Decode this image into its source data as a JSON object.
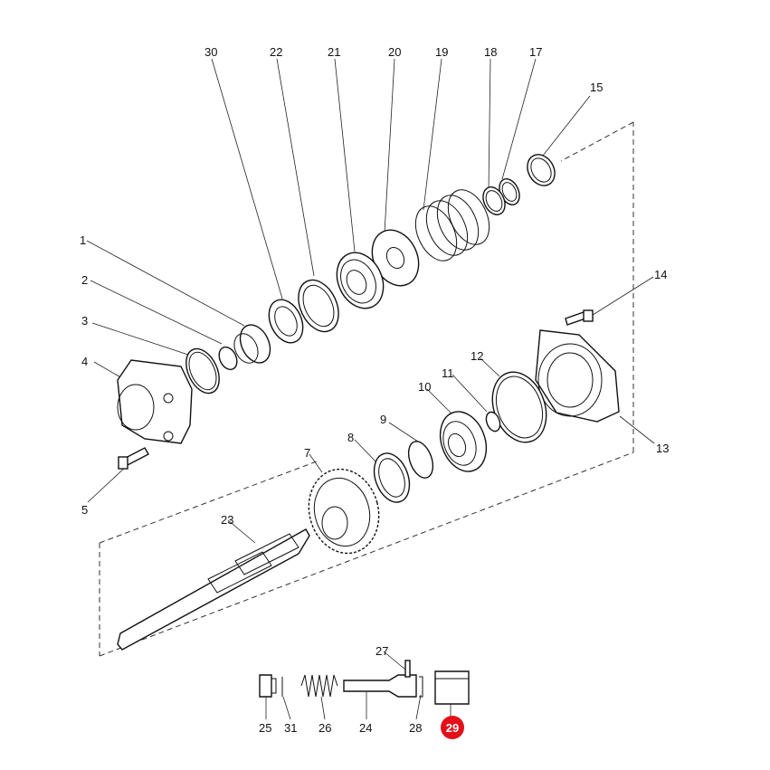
{
  "diagram": {
    "highlight_color": "#e3101a",
    "labels": {
      "p1": "1",
      "p2": "2",
      "p3": "3",
      "p4": "4",
      "p5": "5",
      "p7": "7",
      "p8": "8",
      "p9": "9",
      "p10": "10",
      "p11": "11",
      "p12": "12",
      "p13": "13",
      "p14": "14",
      "p15": "15",
      "p17": "17",
      "p18": "18",
      "p19": "19",
      "p20": "20",
      "p21": "21",
      "p22": "22",
      "p23": "23",
      "p24": "24",
      "p25": "25",
      "p26": "26",
      "p27": "27",
      "p28": "28",
      "p29": "29",
      "p30": "30",
      "p31": "31"
    },
    "highlighted_part": "29"
  }
}
